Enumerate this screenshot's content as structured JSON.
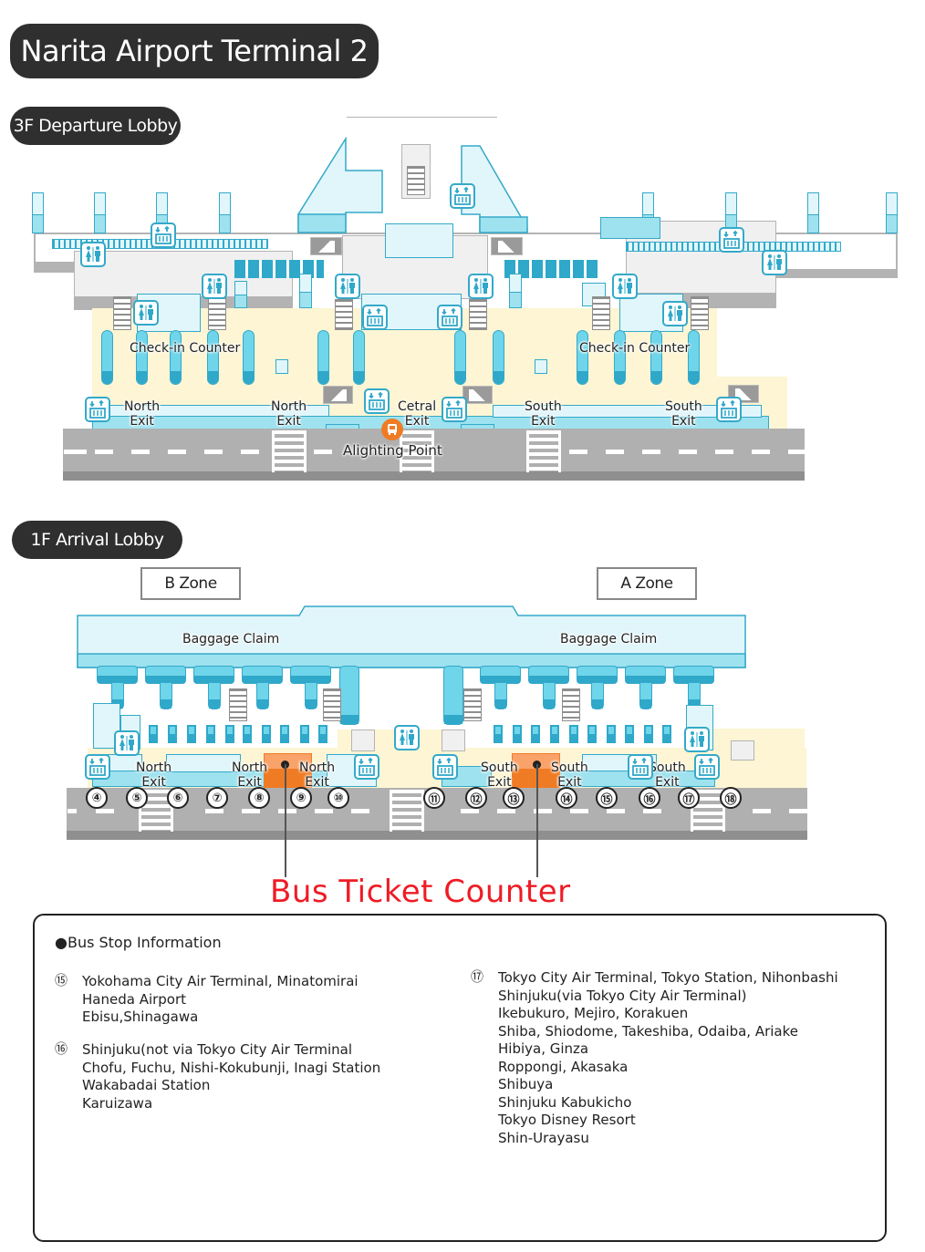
{
  "header": {
    "title": "Narita Airport Terminal 2"
  },
  "departure": {
    "section_label": "3F Departure Lobby",
    "checkin_labels": [
      "Check-in Counter",
      "Check-in Counter"
    ],
    "exits": [
      {
        "line1": "North",
        "line2": "Exit"
      },
      {
        "line1": "North",
        "line2": "Exit"
      },
      {
        "line1": "Cetral",
        "line2": "Exit"
      },
      {
        "line1": "South",
        "line2": "Exit"
      },
      {
        "line1": "South",
        "line2": "Exit"
      }
    ],
    "alighting_point": "Alighting Point",
    "icons": {
      "elevator": "elevator-icon",
      "restroom": "restroom-icon",
      "bus": "bus-icon",
      "escalator": "escalator-icon",
      "stairs": "stairs-icon"
    }
  },
  "arrival": {
    "section_label": "1F Arrival Lobby",
    "zones": [
      "B Zone",
      "A Zone"
    ],
    "baggage_claim_labels": [
      "Baggage Claim",
      "Baggage Claim"
    ],
    "exits": [
      {
        "line1": "North",
        "line2": "Exit"
      },
      {
        "line1": "North",
        "line2": "Exit"
      },
      {
        "line1": "North",
        "line2": "Exit"
      },
      {
        "line1": "South",
        "line2": "Exit"
      },
      {
        "line1": "South",
        "line2": "Exit"
      },
      {
        "line1": "South",
        "line2": "Exit"
      }
    ],
    "bus_stops": [
      "④",
      "⑤",
      "⑥",
      "⑦",
      "⑧",
      "⑨",
      "⑩",
      "⑪",
      "⑫",
      "⑬",
      "⑭",
      "⑮",
      "⑯",
      "⑰",
      "⑱"
    ],
    "bus_ticket_counter_label": "Bus Ticket Counter",
    "colors": {
      "counter_orange": "#f07b25",
      "label_red": "#ee1c25",
      "accent_blue": "#34a9c9",
      "floor_cream": "#fdf5d3"
    }
  },
  "info": {
    "title": "●Bus Stop Information",
    "groups": [
      {
        "stop": "⑮",
        "lines": [
          "Yokohama City Air Terminal, Minatomirai",
          "Haneda Airport",
          "Ebisu,Shinagawa"
        ]
      },
      {
        "stop": "⑯",
        "lines": [
          "Shinjuku(not via Tokyo City Air Terminal",
          "Chofu, Fuchu, Nishi-Kokubunji, Inagi Station",
          "Wakabadai Station",
          "Karuizawa"
        ]
      },
      {
        "stop": "⑰",
        "lines": [
          "Tokyo City Air Terminal, Tokyo Station, Nihonbashi",
          "Shinjuku(via Tokyo City Air Terminal)",
          "Ikebukuro, Mejiro, Korakuen",
          "Shiba, Shiodome, Takeshiba, Odaiba, Ariake",
          "Hibiya, Ginza",
          "Roppongi, Akasaka",
          "Shibuya",
          "Shinjuku Kabukicho",
          "Tokyo Disney Resort",
          "Shin-Urayasu"
        ]
      }
    ]
  }
}
